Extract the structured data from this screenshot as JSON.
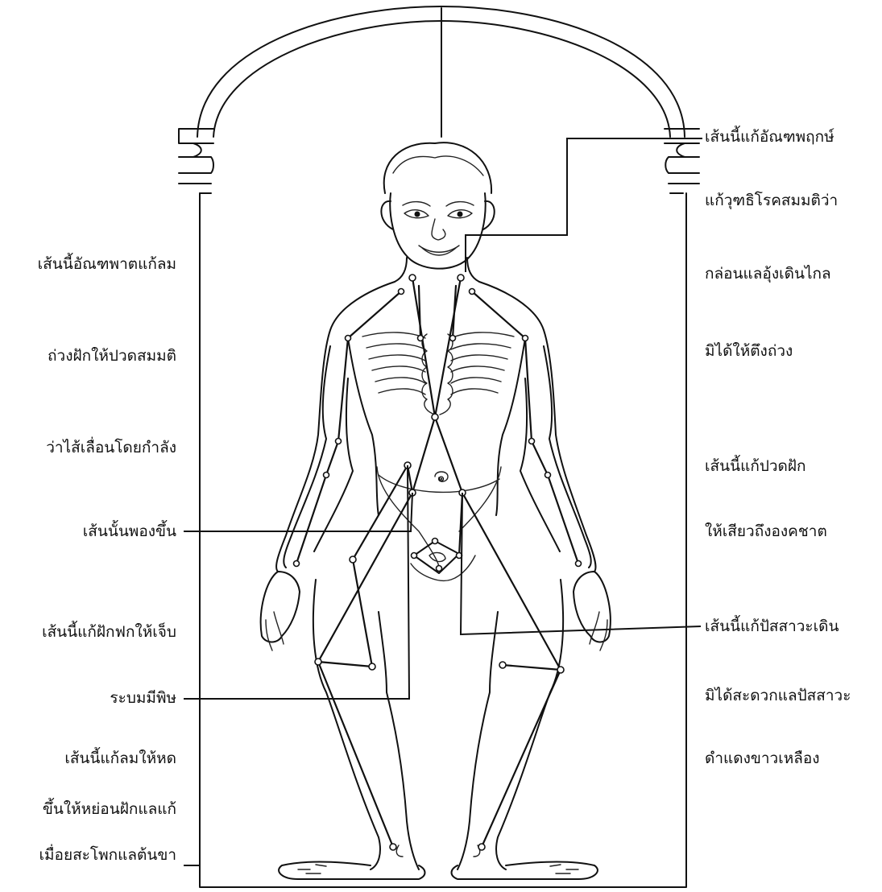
{
  "left_labels": [
    "เส้นนี้อัณฑพาตแก้ลม",
    "ถ่วงฝักให้ปวดสมมติ",
    "ว่าไส้เลื่อนโดยกำลัง",
    "เส้นนั้นพองขึ้น",
    "เส้นนี้แก้ฝักฟกให้เจ็บ",
    "ระบมมีพิษ",
    "เส้นนี้แก้ลมให้หด",
    "ขึ้นให้หย่อนฝักแลแก้",
    "เมื่อยสะโพกแลต้นขา"
  ],
  "right_labels": [
    "เส้นนี้แก้อัณฑพฤกษ์",
    "แก้วุฑธิโรคสมมติว่า",
    "กล่อนแลอุ้งเดินไกล",
    "มิได้ให้ตึงถ่วง",
    "เส้นนี้แก้ปวดฝัก",
    "ให้เสียวถึงองคชาต",
    "เส้นนี้แก้ปัสสาวะเดิน",
    "มิได้สะดวกแลปัสสาวะ",
    "ดำแดงขาวเหลือง"
  ],
  "navel_numeral": "๑"
}
